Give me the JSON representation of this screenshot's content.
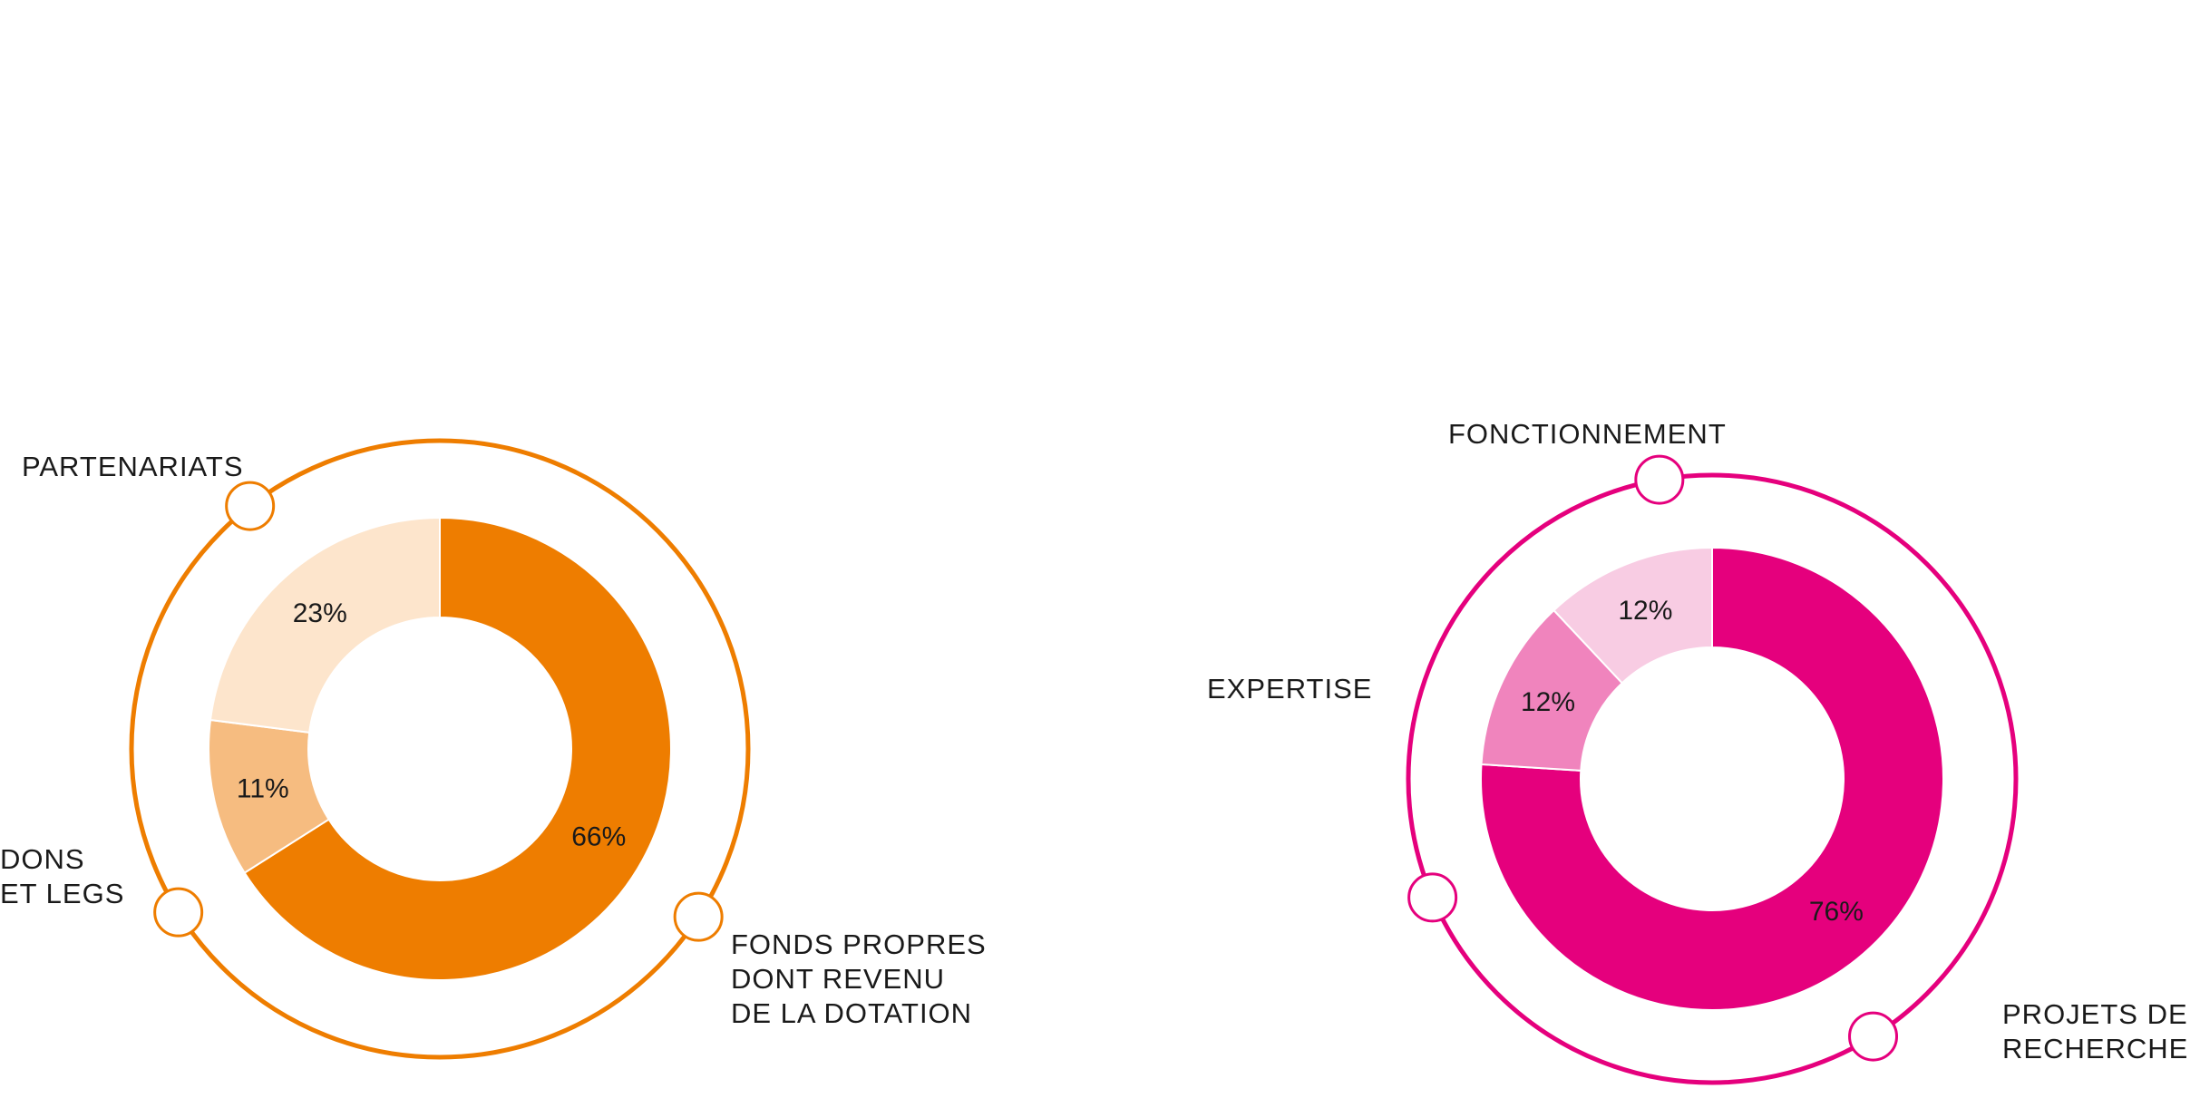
{
  "chart_data": [
    {
      "type": "donut",
      "title": "REPARTITION DES\nPRODUITS 2017",
      "accent": "#ee7d00",
      "categories": [
        "FONDS PROPRES\nDONT REVENU\nDE LA DOTATION",
        "DONS\nET LEGS",
        "PARTENARIATS"
      ],
      "values": [
        66,
        11,
        23
      ],
      "value_labels": [
        "66%",
        "11%",
        "23%"
      ],
      "colors": [
        "#ee7d00",
        "#f6bc80",
        "#fde5cc"
      ]
    },
    {
      "type": "donut",
      "title": "REPARTITION DES\nCHARGES 2017",
      "accent": "#e5007d",
      "categories": [
        "PROJETS DE\nRECHERCHE",
        "EXPERTISE",
        "FONCTIONNEMENT"
      ],
      "values": [
        76,
        12,
        12
      ],
      "value_labels": [
        "76%",
        "12%",
        "12%"
      ],
      "colors": [
        "#e5007d",
        "#f084bd",
        "#f8cce3"
      ]
    }
  ]
}
